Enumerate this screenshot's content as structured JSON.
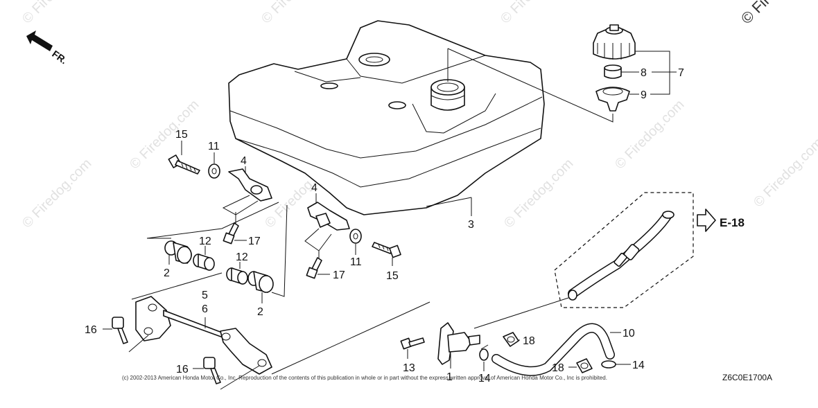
{
  "direction_label": "FR.",
  "reference_label": "E-18",
  "watermark_text": "© Firedog.com",
  "corner_watermark": "© Fire",
  "diagram_code": "Z6C0E1700A",
  "copyright_notice": "(c) 2002-2013 American Honda Motor Co., Inc. Reproduction of the contents of this publication in whole or in part without the express written approval of American Honda Motor Co., Inc is prohibited.",
  "callouts": {
    "c1": "1",
    "c2a": "2",
    "c2b": "2",
    "c3": "3",
    "c4a": "4",
    "c4b": "4",
    "c5": "5",
    "c6": "6",
    "c7": "7",
    "c8": "8",
    "c9": "9",
    "c10": "10",
    "c11a": "11",
    "c11b": "11",
    "c12a": "12",
    "c12b": "12",
    "c13": "13",
    "c14a": "14",
    "c14b": "14",
    "c15a": "15",
    "c15b": "15",
    "c16a": "16",
    "c16b": "16",
    "c17a": "17",
    "c17b": "17",
    "c18a": "18",
    "c18b": "18"
  }
}
